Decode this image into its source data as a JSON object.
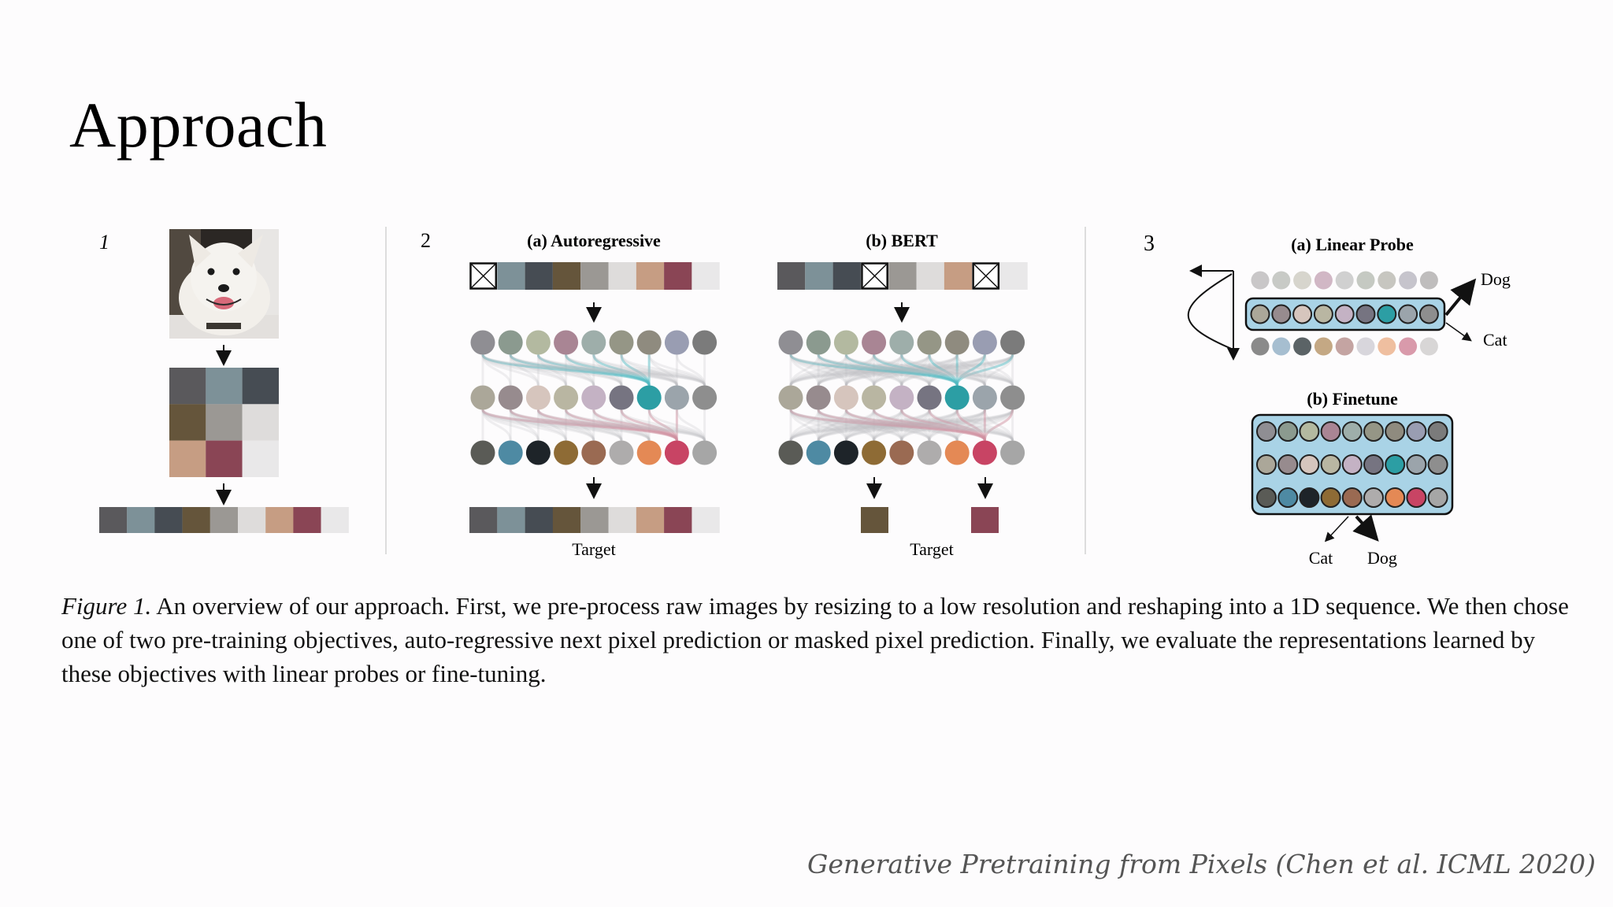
{
  "slide": {
    "title": "Approach",
    "citation": "Generative Pretraining from Pixels (Chen et al. ICML 2020)"
  },
  "figure": {
    "panel1": {
      "number": "1"
    },
    "panel2": {
      "number": "2",
      "autoregressive_title": "(a) Autoregressive",
      "bert_title": "(b) BERT",
      "target_label": "Target"
    },
    "panel3": {
      "number": "3",
      "linear_probe_title": "(a) Linear Probe",
      "finetune_title": "(b) Finetune",
      "dog_label": "Dog",
      "cat_label": "Cat"
    },
    "caption_lead": "Figure 1.",
    "caption_text": " An overview of our approach. First, we pre-process raw images by resizing to a low resolution and reshaping into a 1D sequence. We then chose one of two pre-training objectives, auto-regressive next pixel prediction or masked pixel prediction. Finally, we evaluate the representations learned by these objectives with linear probes or fine-tuning."
  },
  "palette": {
    "pixels": [
      "#5a595c",
      "#7d9198",
      "#464c53",
      "#65553b",
      "#9b9894",
      "#dedcdb",
      "#c69d83",
      "#8a4555",
      "#e9e8e9"
    ],
    "hidden_row1": [
      "#8f8e93",
      "#8b9a8f",
      "#b3b9a0",
      "#a98594",
      "#9eaeaa",
      "#959686",
      "#8f8b7f",
      "#999db2",
      "#7b7b7b"
    ],
    "hidden_row2": [
      "#aba799",
      "#978b8e",
      "#d6c5bd",
      "#b9b6a2",
      "#c4b2c4",
      "#767481",
      "#2c9ea4",
      "#9ba4ab",
      "#8e8e8e"
    ],
    "hidden_row3": [
      "#5a5b56",
      "#4e8aa3",
      "#1e2429",
      "#8e6b35",
      "#9a6a52",
      "#aeacac",
      "#e48955",
      "#c84464",
      "#a6a6a6"
    ],
    "probe_top": [
      "#c9c7c8",
      "#c8cac6",
      "#d7d5cd",
      "#d1b7c5",
      "#d0d0d0",
      "#c5c9c2",
      "#c7c6c0",
      "#c6c4cc",
      "#bfbdbd"
    ],
    "probe_bottom": [
      "#8a8a8a",
      "#a6bed0",
      "#5b6366",
      "#c4a884",
      "#c4a4a2",
      "#d8d6dc",
      "#efbfa0",
      "#d99aab",
      "#d8d6d6"
    ],
    "finetune_bg": "#a9d3e6",
    "attention_teal": "#51b9c2",
    "attention_pink": "#cf8f9f",
    "attention_gray": "#b9b9bd"
  }
}
